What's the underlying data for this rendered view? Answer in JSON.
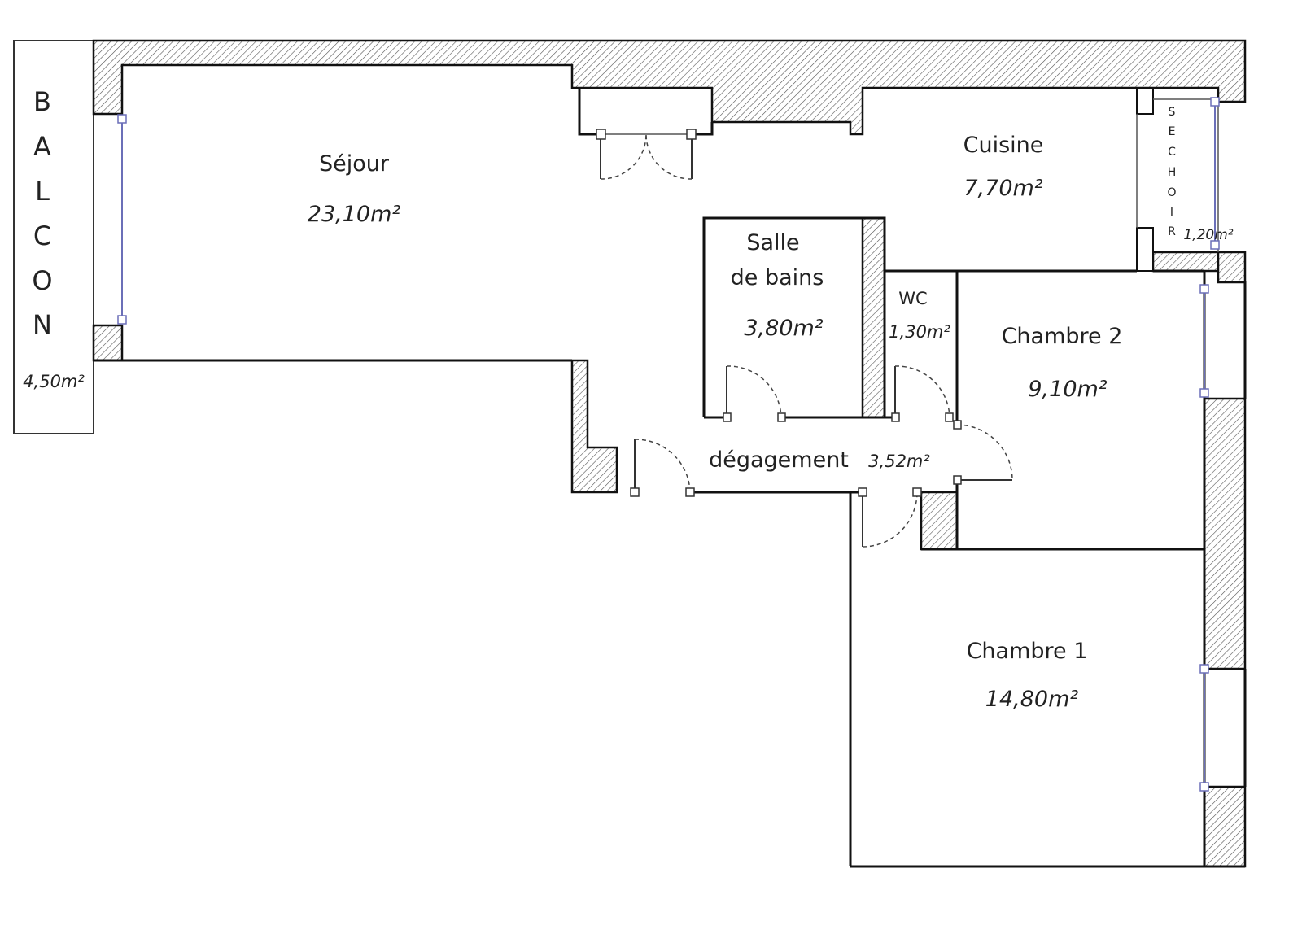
{
  "title": "Plan d'appartement",
  "rooms": {
    "sejour": {
      "name": "Séjour",
      "area": "23,10m²"
    },
    "cuisine": {
      "name": "Cuisine",
      "area": "7,70m²"
    },
    "salle_de_bains": {
      "name_line1": "Salle",
      "name_line2": "de bains",
      "area": "3,80m²"
    },
    "wc": {
      "name": "WC",
      "area": "1,30m²"
    },
    "chambre2": {
      "name": "Chambre 2",
      "area": "9,10m²"
    },
    "degagement": {
      "name": "dégagement",
      "area": "3,52m²"
    },
    "chambre1": {
      "name": "Chambre 1",
      "area": "14,80m²"
    },
    "balcon": {
      "letters": [
        "B",
        "A",
        "L",
        "C",
        "O",
        "N"
      ],
      "area": "4,50m²"
    },
    "sechoir": {
      "letters": [
        "S",
        "E",
        "C",
        "H",
        "O",
        "I",
        "R"
      ],
      "area": "1,20m²"
    }
  },
  "colors": {
    "wall_line": "#111111",
    "window": "#6b6fb8",
    "background": "#ffffff"
  }
}
